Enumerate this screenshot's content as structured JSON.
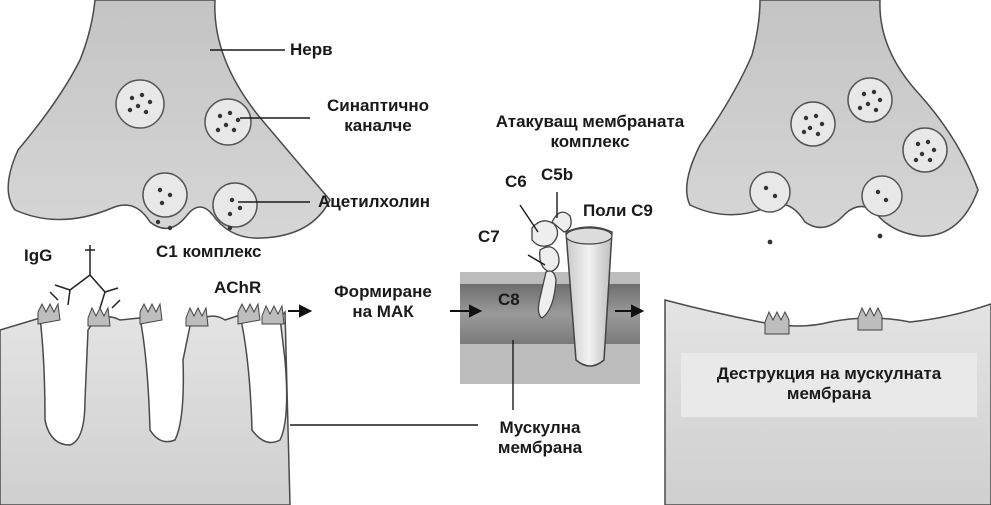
{
  "labels": {
    "nerve": "Нерв",
    "synaptic_vesicle_line1": "Синаптично",
    "synaptic_vesicle_line2": "каналче",
    "acetylcholine": "Ацетилхолин",
    "mac_line1": "Атакуващ мембраната",
    "mac_line2": "комплекс",
    "c6": "C6",
    "c5b": "C5b",
    "poly_c9": "Поли C9",
    "c7": "C7",
    "c8": "C8",
    "igg": "IgG",
    "c1_complex": "C1 комплекс",
    "achr": "AChR",
    "mac_formation_line1": "Формиране",
    "mac_formation_line2": "на МАК",
    "muscle_membrane_line1": "Мускулна",
    "muscle_membrane_line2": "мембрана",
    "destruction_line1": "Деструкция на мускулната",
    "destruction_line2": "мембрана"
  },
  "colors": {
    "nerve_fill": "#cdcdcd",
    "muscle_fill": "#d8d8d8",
    "membrane_band": "#8a8a8a",
    "outline": "#3a3a3a",
    "text": "#1a1a1a"
  }
}
